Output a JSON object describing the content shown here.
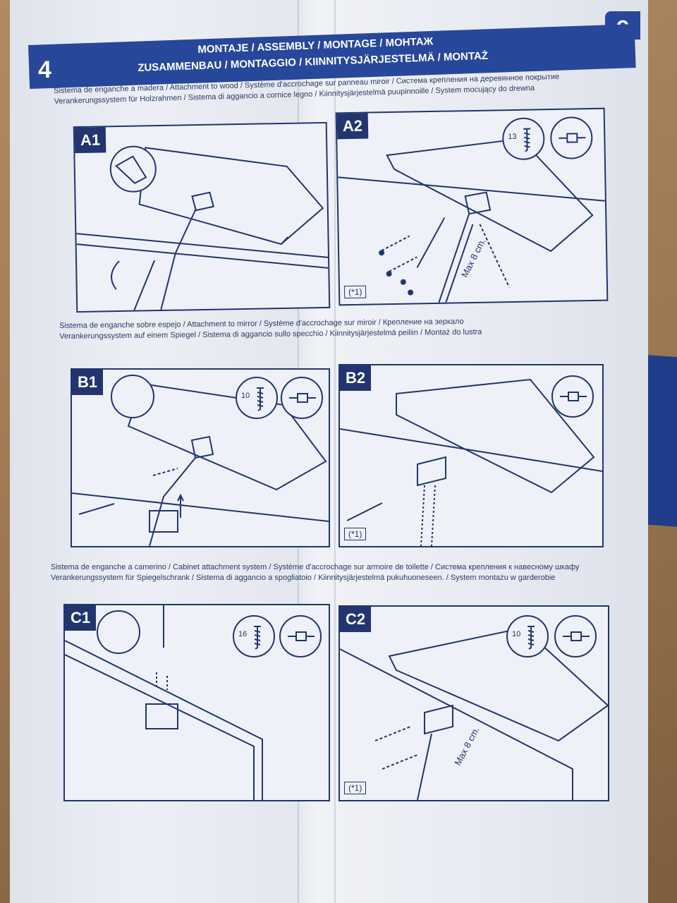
{
  "header": {
    "step_number": "4",
    "title_line1": "MONTAJE / ASSEMBLY / MONTAGE / МОНТАЖ",
    "title_line2": "ZUSAMMENBAU / MONTAGGIO / KIINNITYSJÄRJESTELMÄ / MONTAŻ",
    "logo_text": "e"
  },
  "sections": [
    {
      "caption_line1": "Sistema de enganche a madera / Attachment to wood / Système d'accrochage sur panneau miroir / Система крепления на деревянное покрытие",
      "caption_line2": "Verankerungssystem für Holzrahmen / Sistema di aggancio a cornice legno / Kiinnitysjärjestelmä puupinnoille / System mocujący do drewna",
      "panels": [
        {
          "label": "A1",
          "screw_length": "",
          "note": ""
        },
        {
          "label": "A2",
          "screw_length": "13",
          "note": "(*1)",
          "dimension": "Max 8 cm."
        }
      ]
    },
    {
      "caption_line1": "Sistema de enganche sobre espejo / Attachment to mirror / Système d'accrochage sur miroir / Крепление на зеркало",
      "caption_line2": "Verankerungssystem auf einem Spiegel / Sistema di aggancio sullo specchio / Kiinnitysjärjestelmä peiliin / Montaż do lustra",
      "panels": [
        {
          "label": "B1",
          "screw_length": "10",
          "note": ""
        },
        {
          "label": "B2",
          "screw_length": "",
          "note": "(*1)"
        }
      ]
    },
    {
      "caption_line1": "Sistema de enganche a camerino / Cabinet attachment system / Système d'accrochage sur armoire de toilette / Система крепления к навесному шкафу",
      "caption_line2": "Verankerungssystem für Spiegelschrank / Sistema di aggancio a spogliatoio / Kiinnitysjärjestelmä pukuhuoneseen. / System montażu w garderobie",
      "panels": [
        {
          "label": "C1",
          "screw_length": "16",
          "note": ""
        },
        {
          "label": "C2",
          "screw_length": "10",
          "note": "(*1)",
          "dimension": "Max 8 cm."
        }
      ]
    }
  ],
  "colors": {
    "ink": "#22356f",
    "header_blue": "#27479a",
    "paper": "#eceff5"
  },
  "icons": [
    "screw-icon",
    "screwdriver-icon",
    "curved-arrow-icon"
  ]
}
